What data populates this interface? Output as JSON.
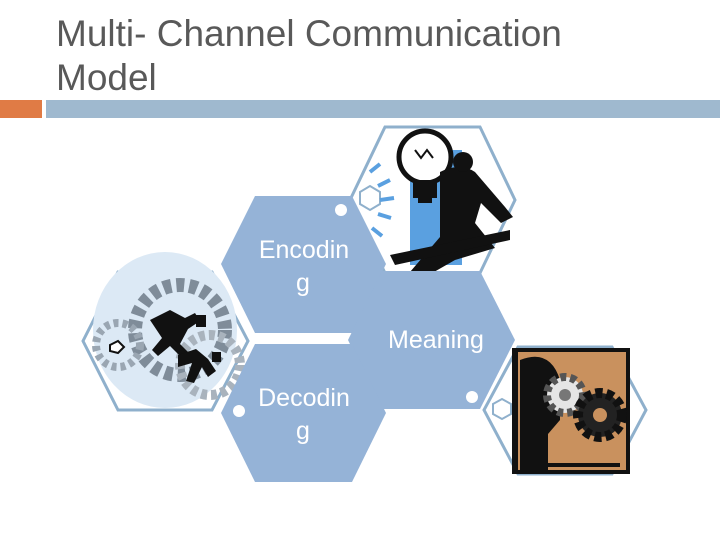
{
  "slide": {
    "title_line1": "Multi- Channel Communication",
    "title_line2": "Model"
  },
  "diagram": {
    "hexagons": [
      {
        "id": "encoding",
        "label_line1": "Encodin",
        "label_line2": "g"
      },
      {
        "id": "meaning",
        "label_line1": "Meaning",
        "label_line2": ""
      },
      {
        "id": "decoding",
        "label_line1": "Decodin",
        "label_line2": "g"
      }
    ]
  },
  "colors": {
    "hex_fill": "#95b3d7",
    "hex_outline": "#8fb0cc",
    "accent": "#e07b45",
    "rule": "#9fb9cf",
    "title_text": "#595959"
  },
  "icons": [
    "lightbulb-businessman-icon",
    "gears-runners-icon",
    "head-gears-icon"
  ]
}
